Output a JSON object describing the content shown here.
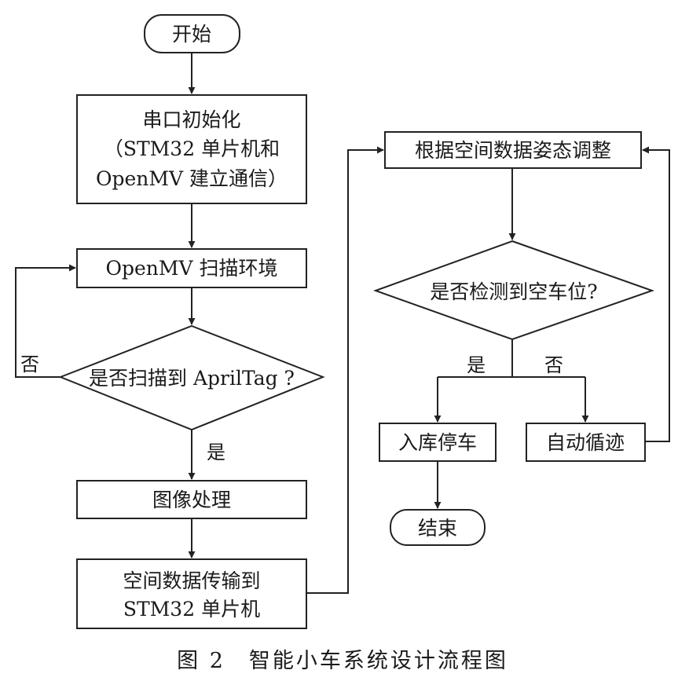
{
  "colors": {
    "stroke": "#222222",
    "text": "#1a1a1a",
    "background": "#ffffff"
  },
  "nodes": {
    "start": "开始",
    "init": [
      "串口初始化",
      "（STM32 单片机和",
      "OpenMV 建立通信）"
    ],
    "scan": "OpenMV 扫描环境",
    "decision1": "是否扫描到 AprilTag ?",
    "process_image": "图像处理",
    "transfer": [
      "空间数据传输到",
      "STM32 单片机"
    ],
    "adjust": "根据空间数据姿态调整",
    "decision2": "是否检测到空车位?",
    "park": "入库停车",
    "follow": "自动循迹",
    "end": "结束"
  },
  "edge_labels": {
    "d1_no": "否",
    "d1_yes": "是",
    "d2_yes": "是",
    "d2_no": "否"
  },
  "caption": "图 2　智能小车系统设计流程图"
}
